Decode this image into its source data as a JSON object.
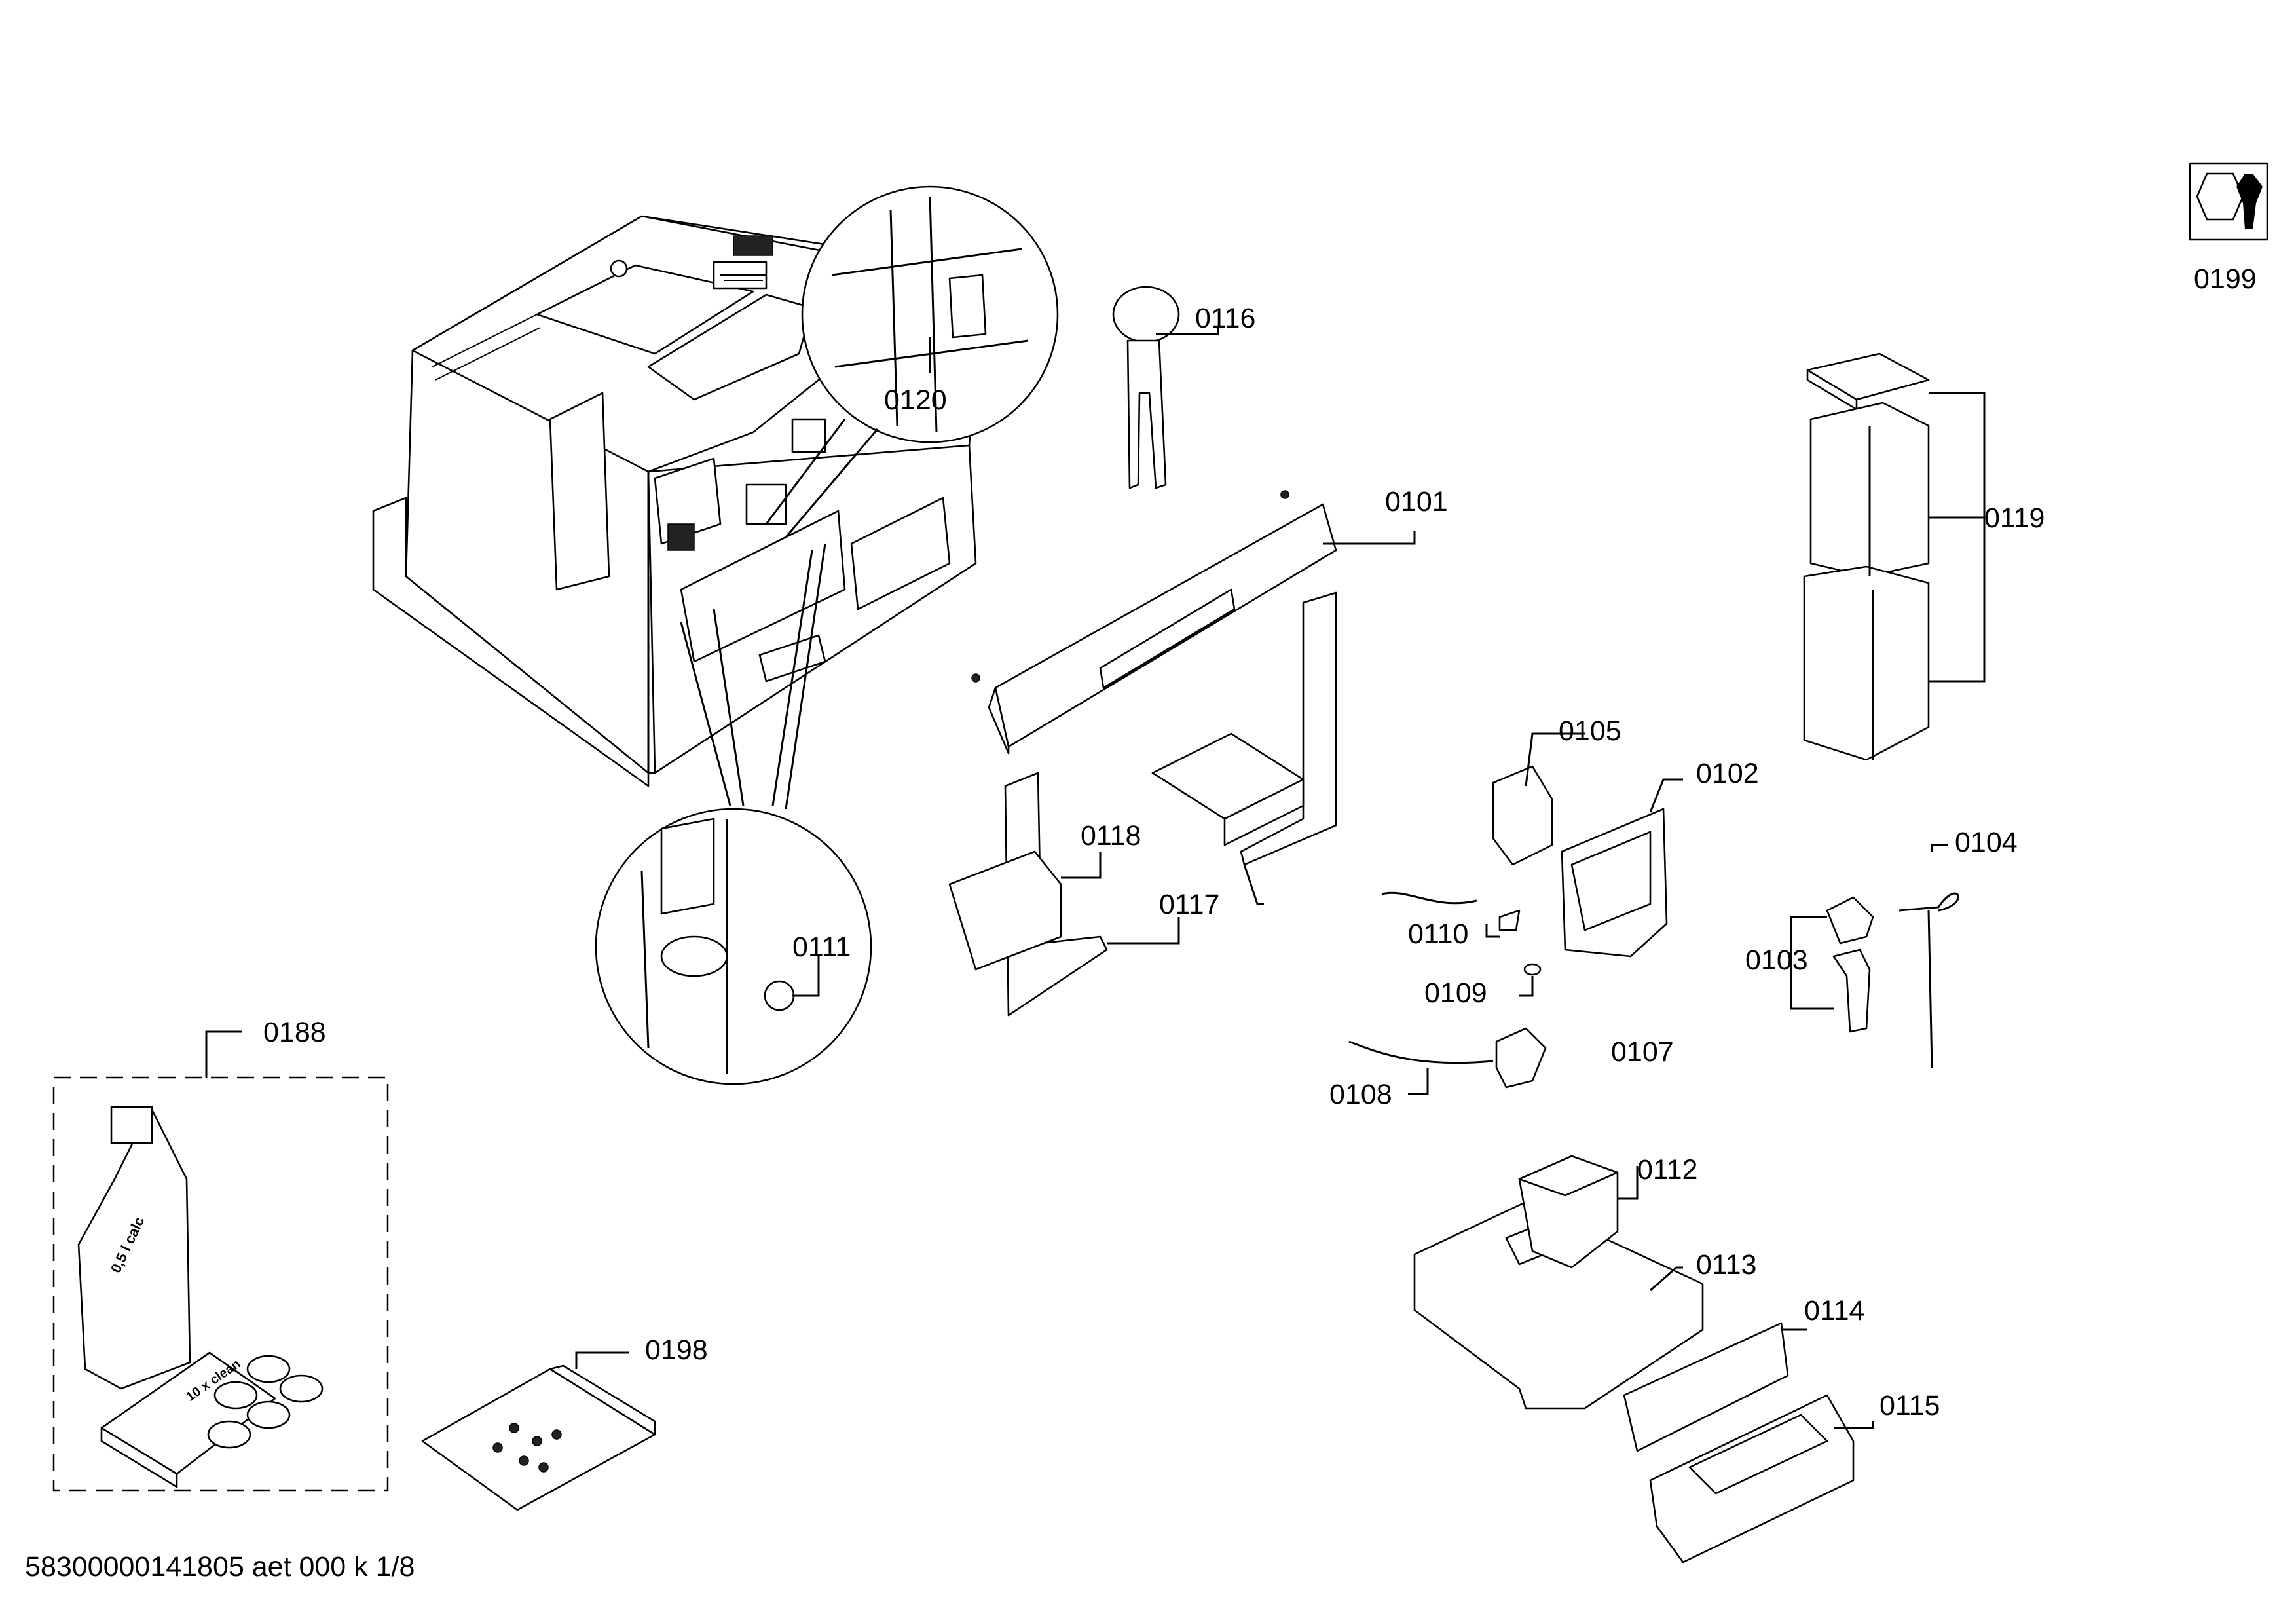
{
  "footer": "58300000141805 aet 000 k 1/8",
  "parts": {
    "p0101": "0101",
    "p0102": "0102",
    "p0103": "0103",
    "p0104": "0104",
    "p0105": "0105",
    "p0107": "0107",
    "p0108": "0108",
    "p0109": "0109",
    "p0110": "0110",
    "p0111": "0111",
    "p0112": "0112",
    "p0113": "0113",
    "p0114": "0114",
    "p0115": "0115",
    "p0116": "0116",
    "p0117": "0117",
    "p0118": "0118",
    "p0119": "0119",
    "p0120": "0120",
    "p0188": "0188",
    "p0198": "0198",
    "p0199": "0199"
  },
  "bottle_text": "0,5 l calc",
  "box_text": "10 x clean"
}
